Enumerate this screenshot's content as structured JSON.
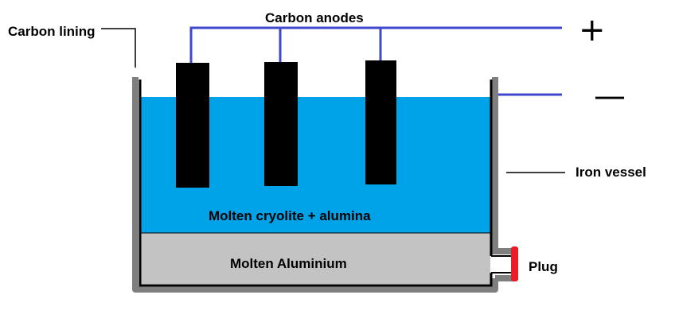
{
  "labels": {
    "carbon_lining": "Carbon lining",
    "carbon_anodes": "Carbon anodes",
    "iron_vessel": "Iron vessel",
    "electrolyte": "Molten cryolite + alumina",
    "molten_metal": "Molten Aluminium",
    "plug": "Plug",
    "positive_terminal": "+",
    "negative_terminal": "—"
  },
  "colors": {
    "electrolyte": "#00a2e8",
    "molten_metal": "#c3c3c3",
    "vessel_wall": "#7f7f7f",
    "lining": "#000000",
    "anode": "#000000",
    "wire": "#3f48cc",
    "plug": "#ed1c24",
    "leader_line": "#000000"
  },
  "anode_count": 3
}
